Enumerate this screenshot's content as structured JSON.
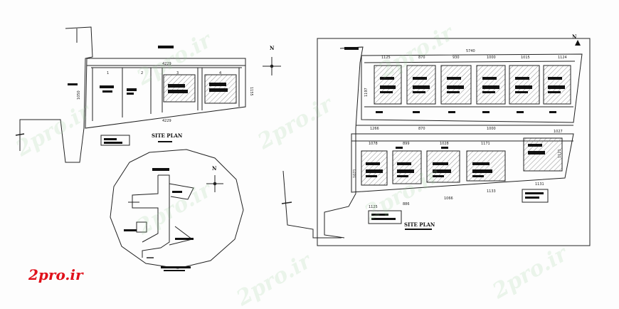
{
  "left_plan": {
    "title": "SITE PLAN",
    "north": "N",
    "unit_numbers": [
      "1",
      "2",
      "3",
      "4"
    ],
    "dims": {
      "top": "4229",
      "bottom": "4229",
      "side_left": "1050",
      "side_right": "1155"
    }
  },
  "key_plan": {
    "north": "N"
  },
  "right_plan": {
    "title": "SITE PLAN",
    "north": "N",
    "dims": {
      "top_overall": "5740",
      "top_row": [
        "1125",
        "870",
        "930",
        "1000",
        "1015",
        "1124"
      ],
      "left_side": "1197",
      "mid_row": [
        "1266",
        "870",
        "1000",
        "1027"
      ],
      "low_row_top": [
        "1078",
        "899",
        "1028",
        "1171"
      ],
      "bottom_row": [
        "1125",
        "886",
        "1066",
        "1133"
      ],
      "left_lower": "1071",
      "right_lower": "1121",
      "corner": "1131"
    }
  },
  "watermark": {
    "text": "2pro.ir",
    "logo": "2pro.ir",
    "logo_color": "#e0101a",
    "watermark_color": "#9ad09a"
  }
}
